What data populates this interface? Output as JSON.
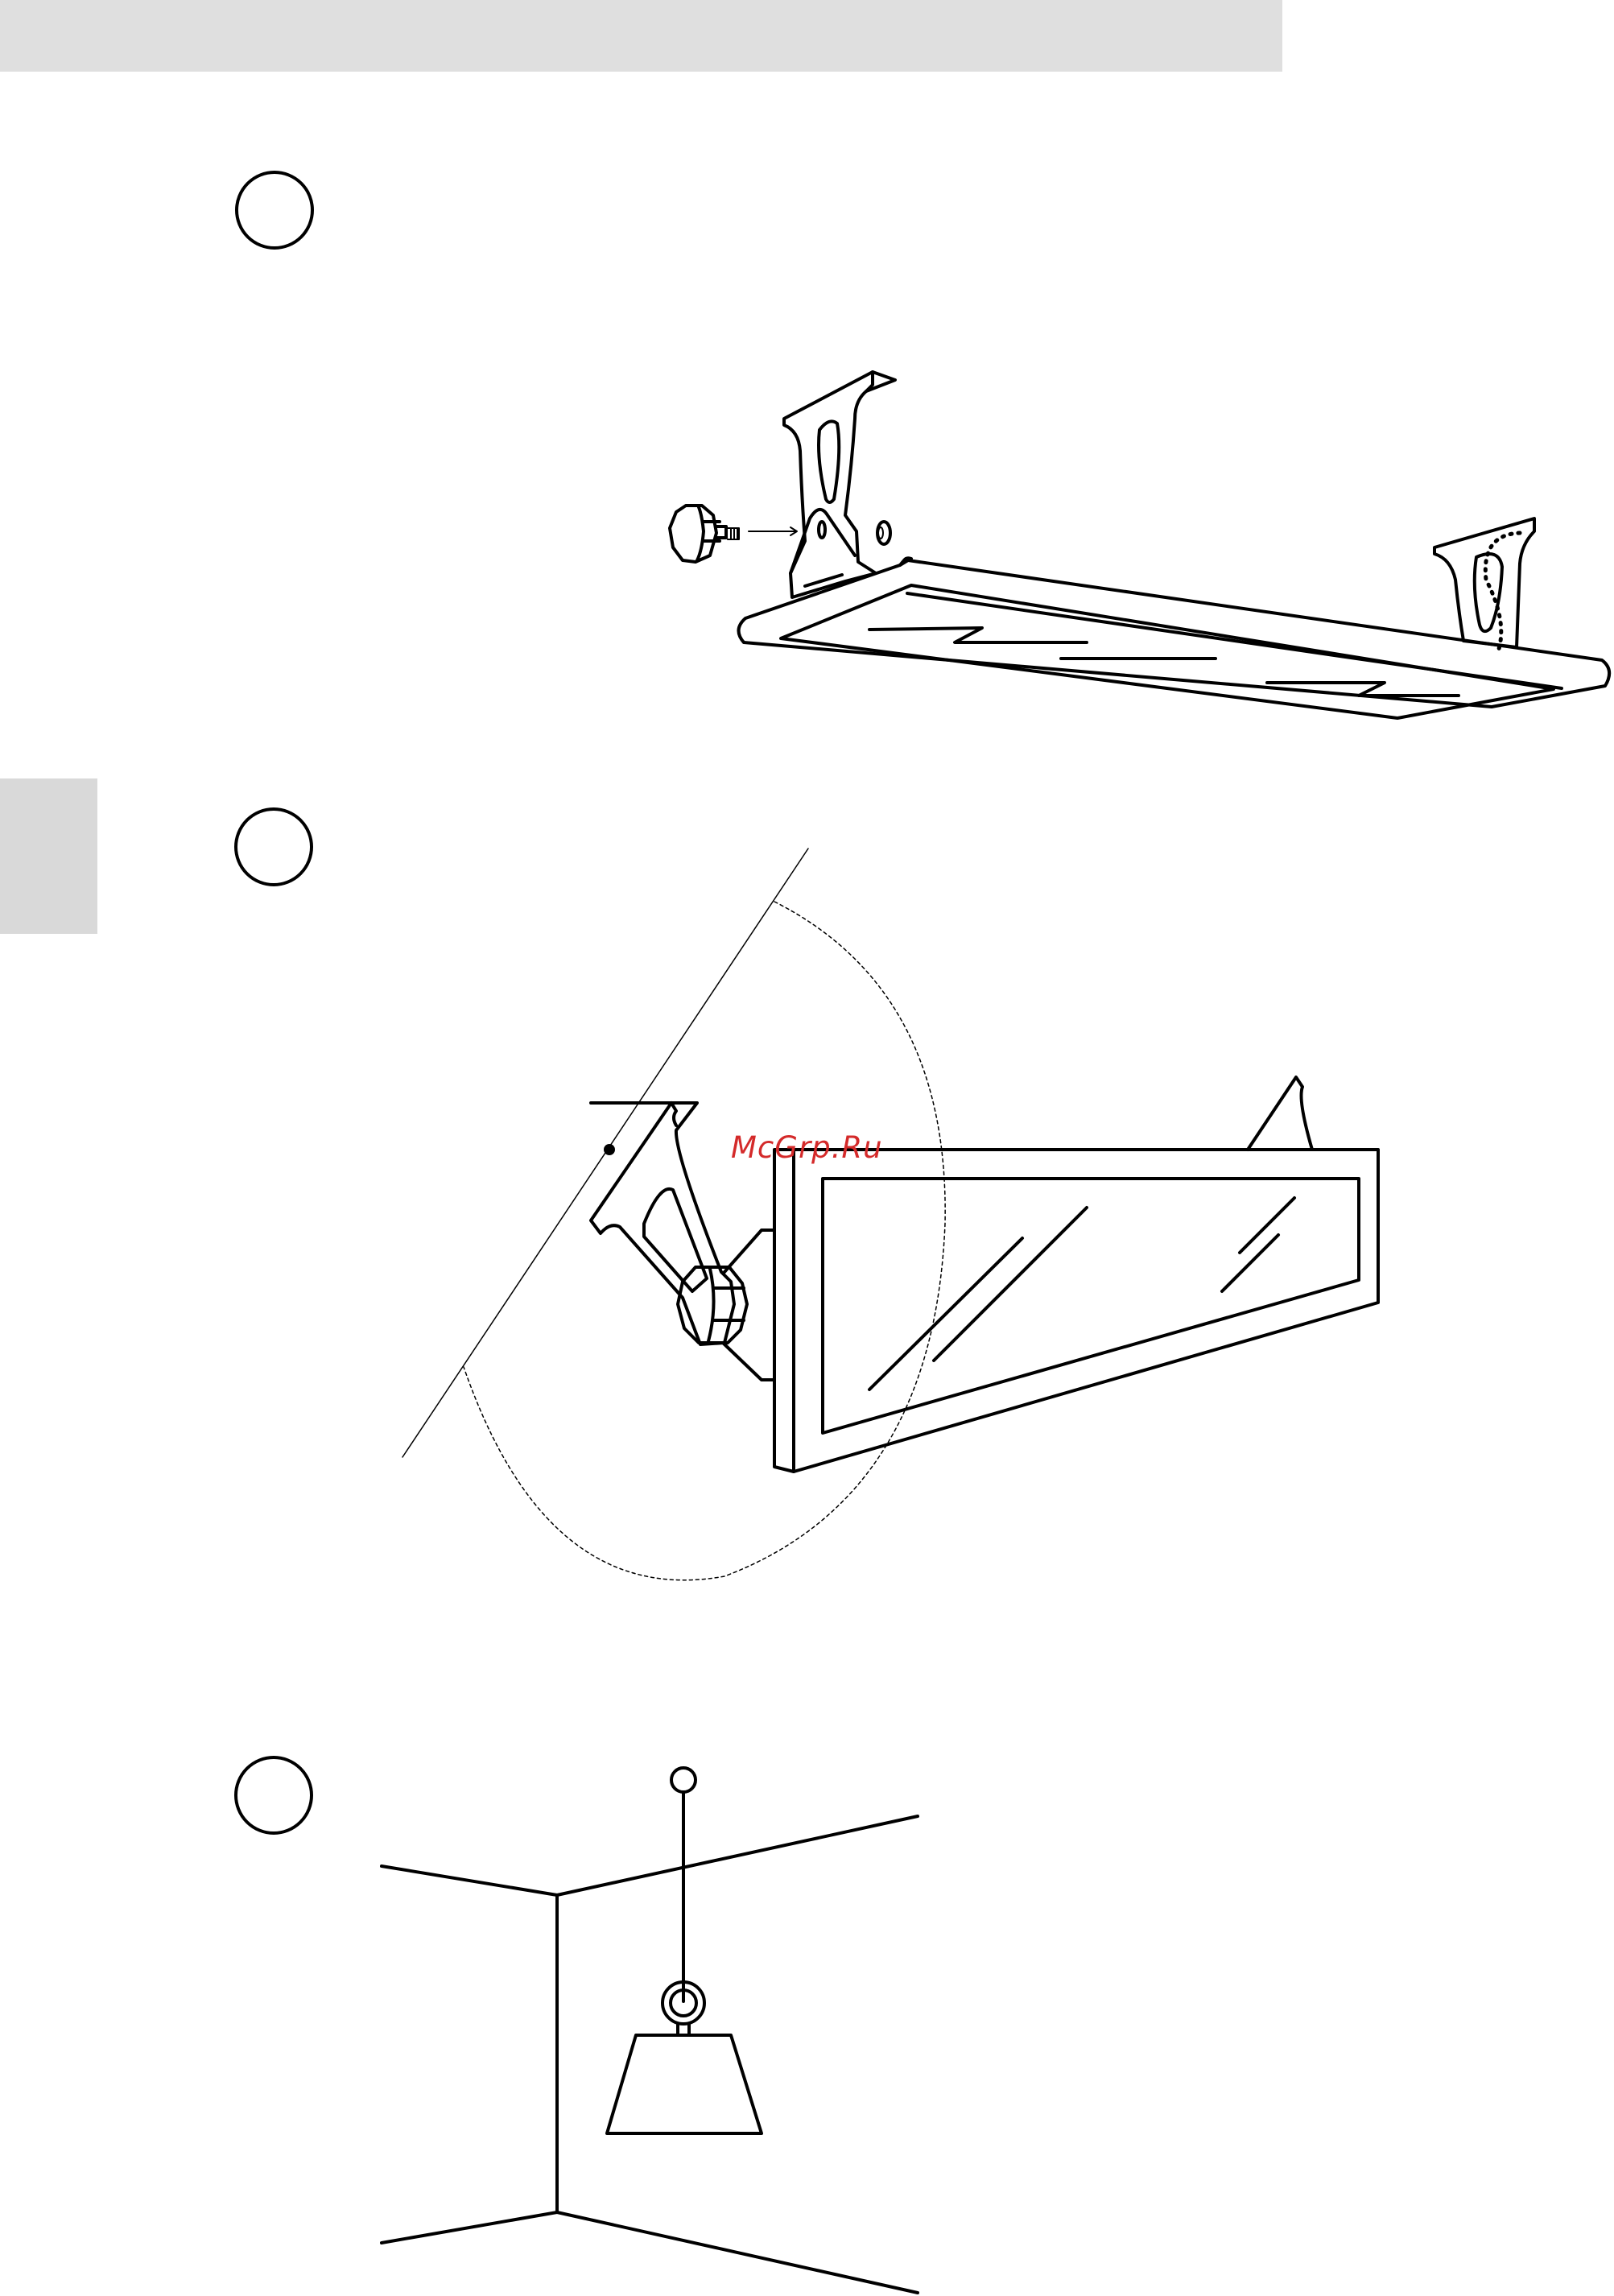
{
  "header": {
    "bar_color": "#dfdfdf"
  },
  "side_tab": {
    "color": "#d9d9d9"
  },
  "watermark": {
    "text": "McGrp.Ru",
    "color": "#d42a2a"
  },
  "steps": [
    {
      "name": "step-1-circle",
      "illustration": "heater-with-mounting-brackets-and-knob-screw"
    },
    {
      "name": "step-2-circle",
      "illustration": "heater-tilt-angle-side-view"
    },
    {
      "name": "step-3-circle",
      "illustration": "heater-suspended-from-ceiling-hook-in-room-corner"
    }
  ]
}
